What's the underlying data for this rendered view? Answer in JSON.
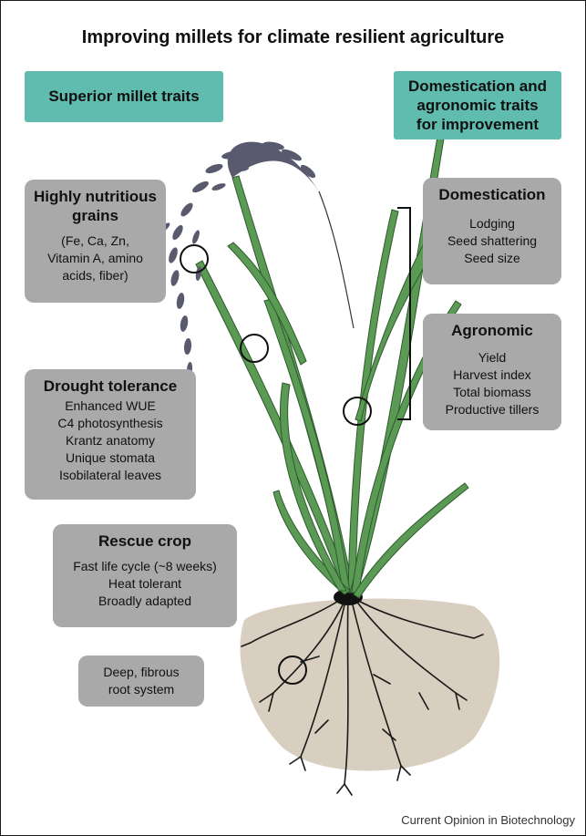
{
  "title": "Improving millets for climate resilient agriculture",
  "left_header": "Superior millet traits",
  "right_header": [
    "Domestication and",
    "agronomic traits",
    "for improvement"
  ],
  "nutritious": {
    "heading": [
      "Highly nutritious",
      "grains"
    ],
    "lines": [
      "(Fe, Ca, Zn,",
      "Vitamin A, amino",
      "acids, fiber)"
    ]
  },
  "drought": {
    "heading": "Drought tolerance",
    "lines": [
      "Enhanced WUE",
      "C4 photosynthesis",
      "Krantz anatomy",
      "Unique stomata",
      "Isobilateral leaves"
    ]
  },
  "rescue": {
    "heading": "Rescue crop",
    "lines": [
      "Fast life cycle (~8 weeks)",
      "Heat tolerant",
      "Broadly adapted"
    ]
  },
  "root": {
    "lines": [
      "Deep, fibrous",
      "root system"
    ]
  },
  "domestication": {
    "heading": "Domestication",
    "lines": [
      "Lodging",
      "Seed shattering",
      "Seed size"
    ]
  },
  "agronomic": {
    "heading": "Agronomic",
    "lines": [
      "Yield",
      "Harvest index",
      "Total biomass",
      "Productive tillers"
    ]
  },
  "credit": "Current Opinion in Biotechnology",
  "colors": {
    "teal": "#5fbcae",
    "gray_box": "#a9a9a9",
    "leaf": "#5b9a55",
    "soil": "#d9cfc0",
    "root": "#1a1a1a",
    "panicle": "#5a5a6e"
  }
}
